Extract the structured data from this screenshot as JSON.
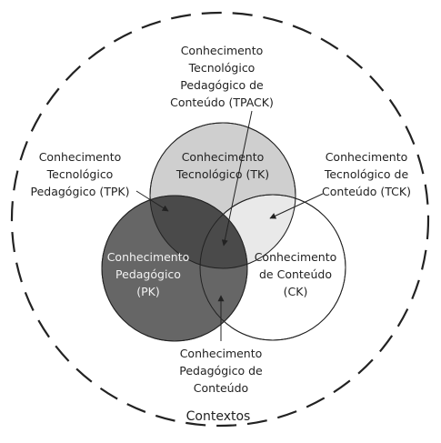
{
  "colors": {
    "tk_fill": "#cfcfcf",
    "pk_fill": "#666666",
    "tk_pk_overlap": "#4a4a4a",
    "ck_fill": "#ffffff",
    "stroke": "#222222"
  },
  "labels": {
    "tpack": [
      "Conhecimento",
      "Tecnológico",
      "Pedagógico de",
      "Conteúdo (TPACK)"
    ],
    "tk": [
      "Conhecimento",
      "Tecnológico (TK)"
    ],
    "tpk": [
      "Conhecimento",
      "Tecnológico",
      "Pedagógico (TPK)"
    ],
    "tck": [
      "Conhecimento",
      "Tecnológico de",
      "Conteúdo (TCK)"
    ],
    "pk": [
      "Conhecimento",
      "Pedagógico",
      "(PK)"
    ],
    "ck": [
      "Conhecimento",
      "de Conteúdo",
      "(CK)"
    ],
    "pck": [
      "Conhecimento",
      "Pedagógico de",
      "Conteúdo"
    ],
    "contexts": "Contextos"
  }
}
